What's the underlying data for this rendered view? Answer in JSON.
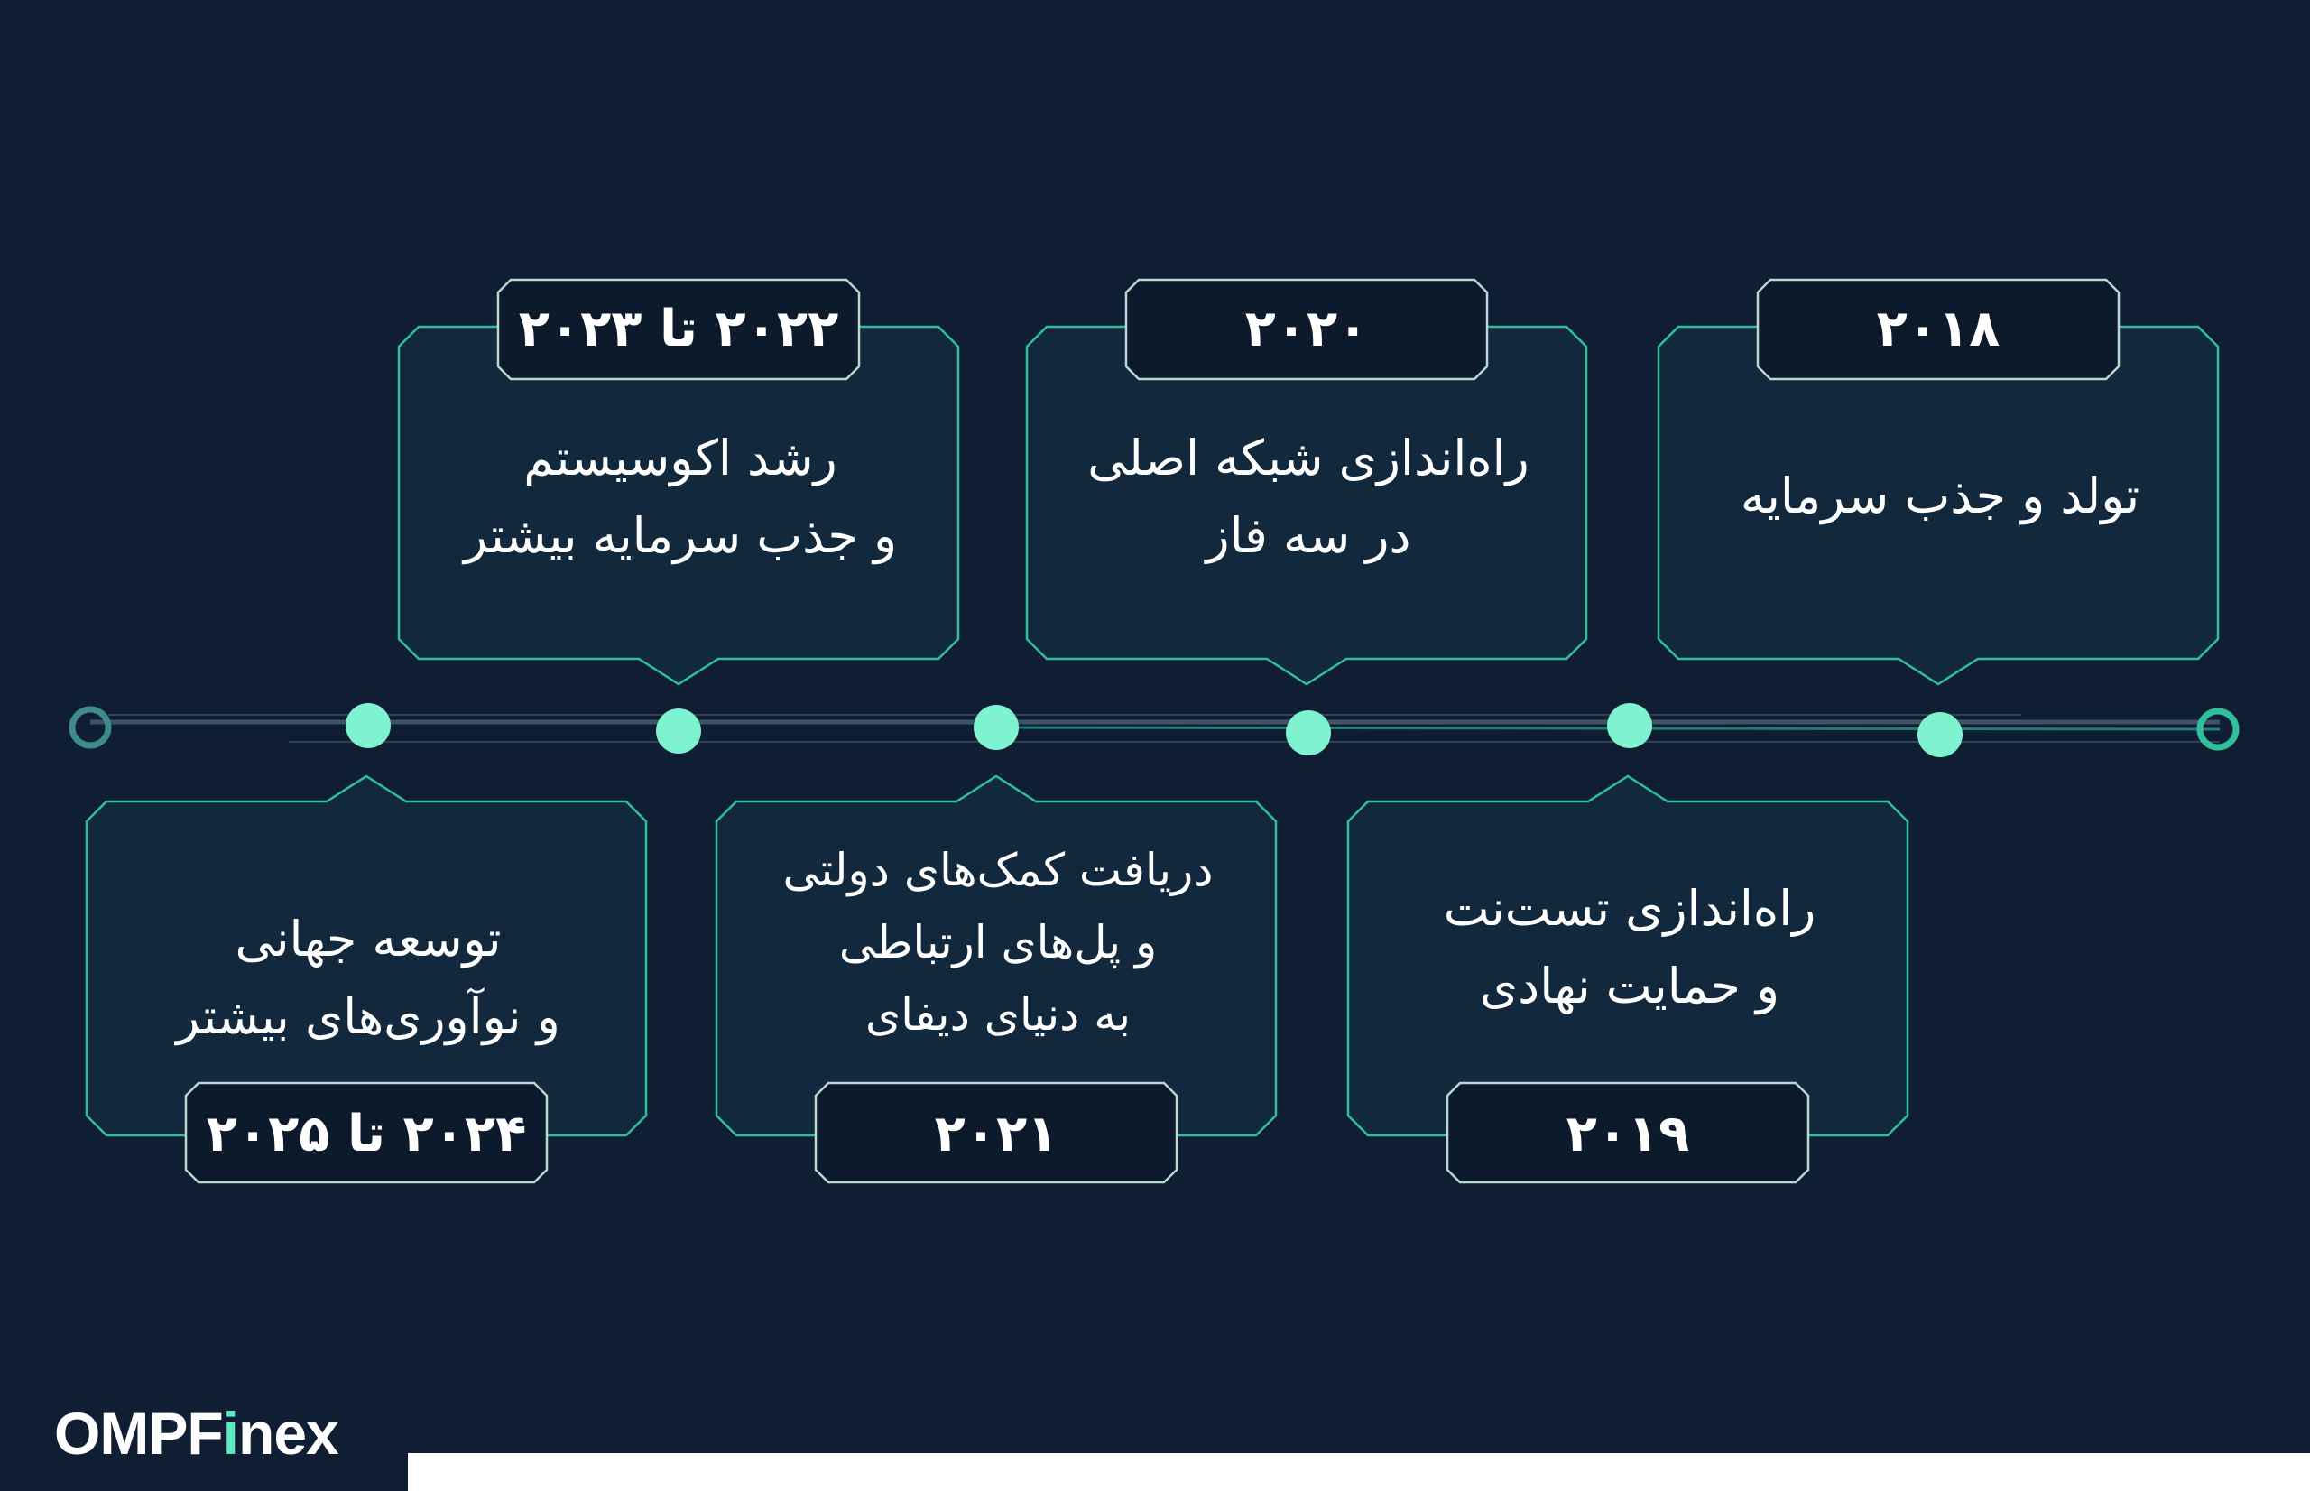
{
  "colors": {
    "background": "#0f1e33",
    "card_fill": "#12293d",
    "card_stroke": "#2fbf9a",
    "year_fill": "#0c1a2b",
    "dot": "#7ff2d0",
    "line": "#3d5466"
  },
  "events": [
    {
      "year": "۲۰۱۸",
      "text": "تولد و جذب سرمایه"
    },
    {
      "year": "۲۰۱۹",
      "text": "راه‌اندازی تست‌نت\nو حمایت نهادی"
    },
    {
      "year": "۲۰۲۰",
      "text": "راه‌اندازی شبکه اصلی\nدر سه فاز"
    },
    {
      "year": "۲۰۲۱",
      "text": "دریافت کمک‌های دولتی\nو پل‌های ارتباطی\nبه دنیای دیفای"
    },
    {
      "year": "۲۰۲۲ تا ۲۰۲۳",
      "text": "رشد اکوسیستم\nو جذب سرمایه بیشتر"
    },
    {
      "year": "۲۰۲۴ تا ۲۰۲۵",
      "text": "توسعه جهانی\nو نوآوری‌های بیشتر"
    }
  ],
  "brand": {
    "logo_main": "OMPF",
    "logo_accent": "i",
    "logo_tail": "nex"
  }
}
